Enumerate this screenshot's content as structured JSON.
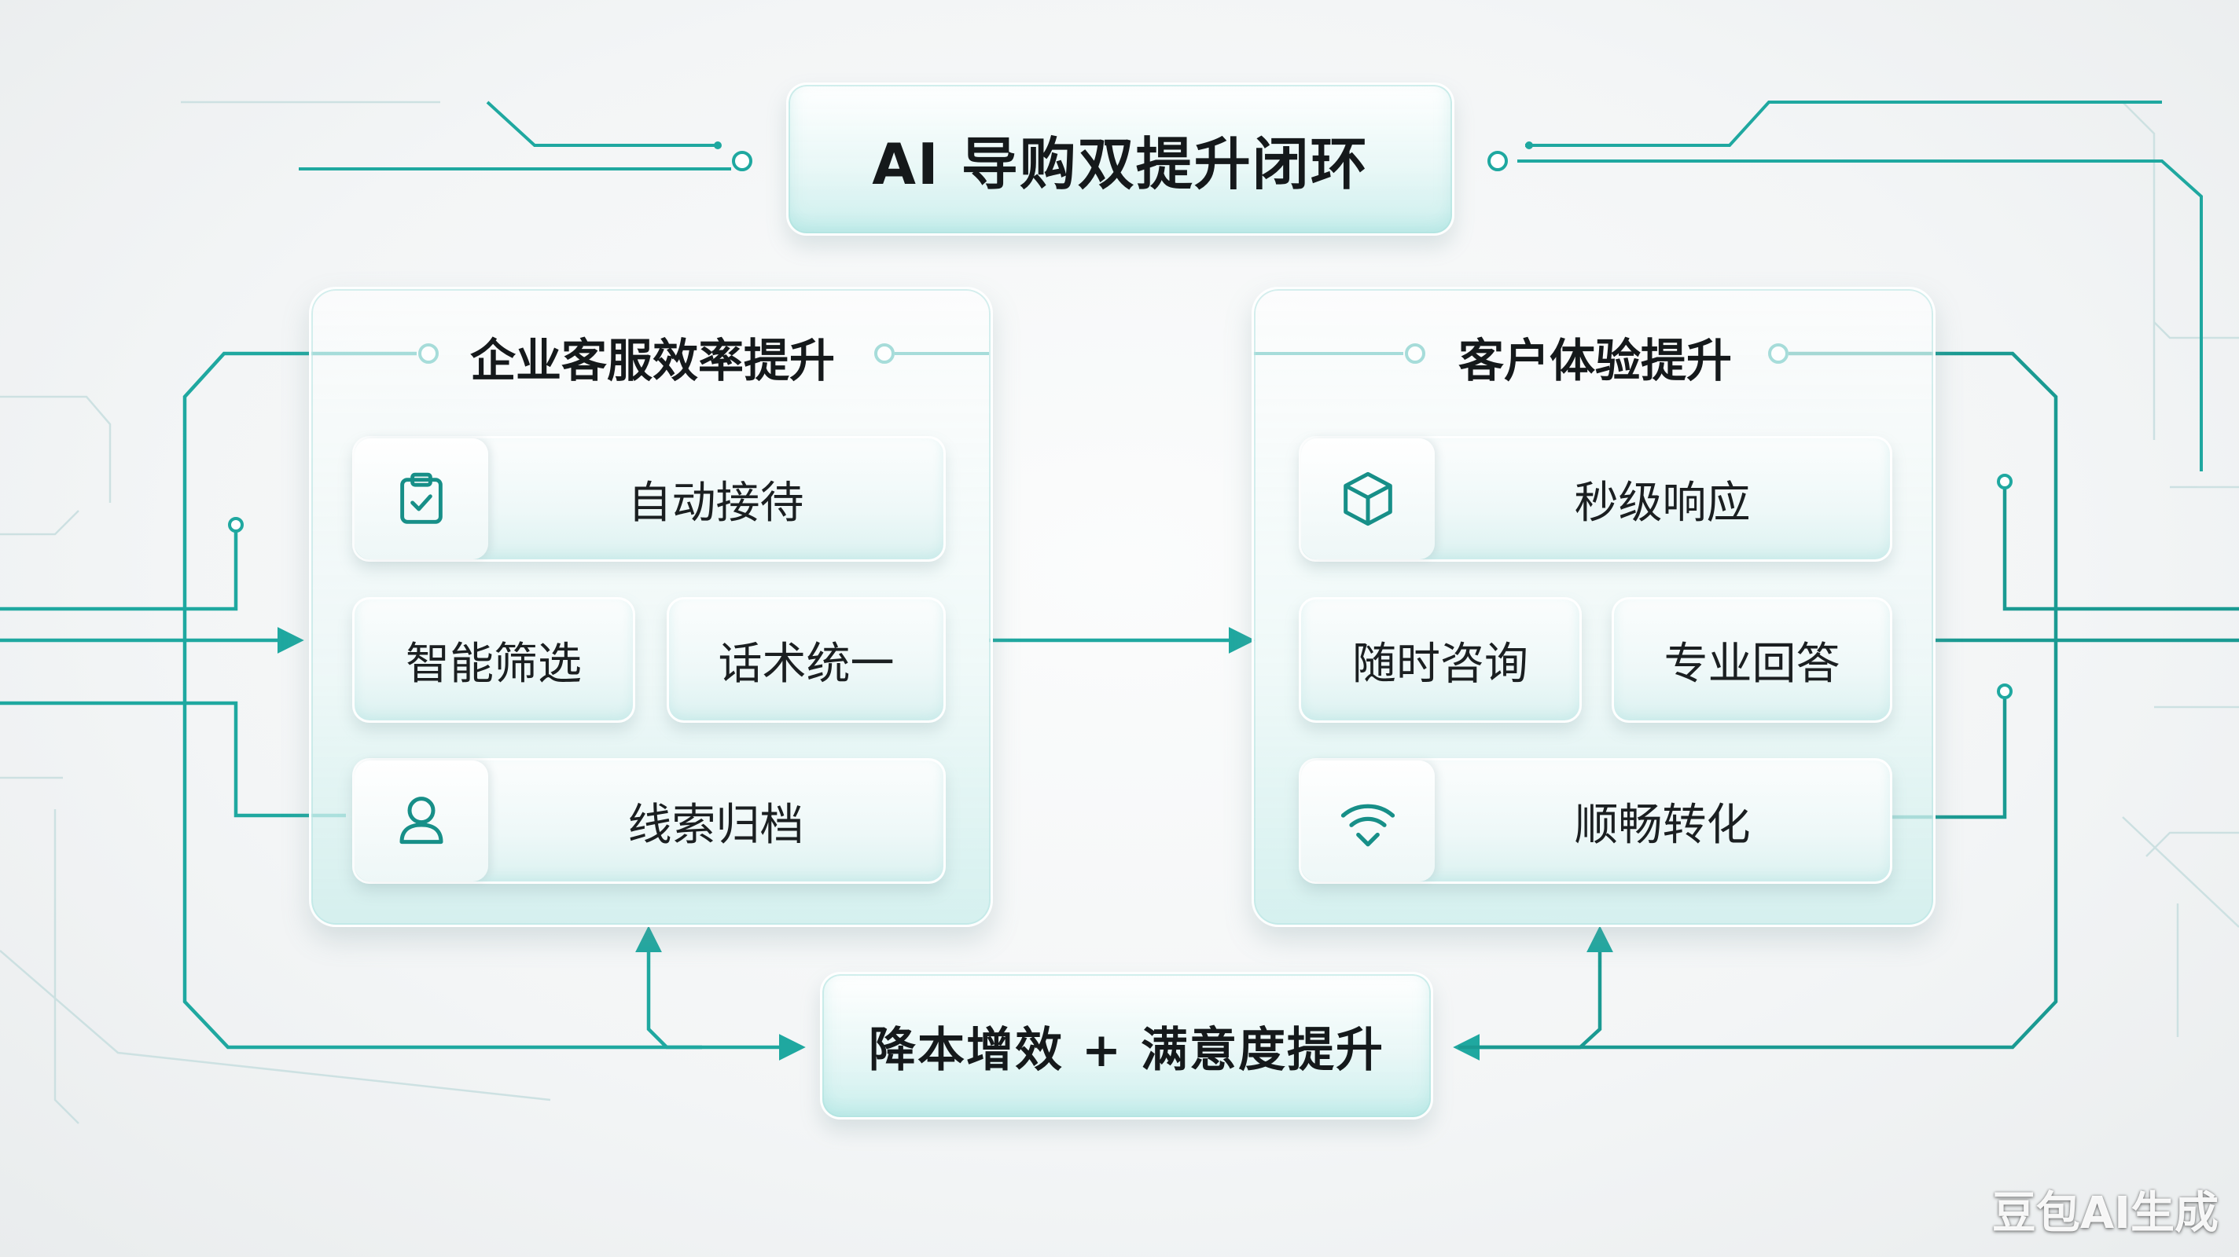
{
  "title": "AI 导购双提升闭环",
  "left_panel": {
    "title": "企业客服效率提升",
    "items": [
      {
        "label": "自动接待",
        "icon": "clipboard-check-icon"
      },
      {
        "label": "智能筛选"
      },
      {
        "label": "话术统一"
      },
      {
        "label": "线索归档",
        "icon": "user-icon"
      }
    ]
  },
  "right_panel": {
    "title": "客户体验提升",
    "items": [
      {
        "label": "秒级响应",
        "icon": "cube-icon"
      },
      {
        "label": "随时咨询"
      },
      {
        "label": "专业回答"
      },
      {
        "label": "顺畅转化",
        "icon": "wifi-signal-icon"
      }
    ]
  },
  "bottom": {
    "label": "降本增效 + 满意度提升"
  },
  "watermark": "豆包AI生成",
  "colors": {
    "accent": "#1fa8a0",
    "accent_dark": "#178f88",
    "text": "#15191b",
    "glass_tint": "#cfeeed"
  }
}
